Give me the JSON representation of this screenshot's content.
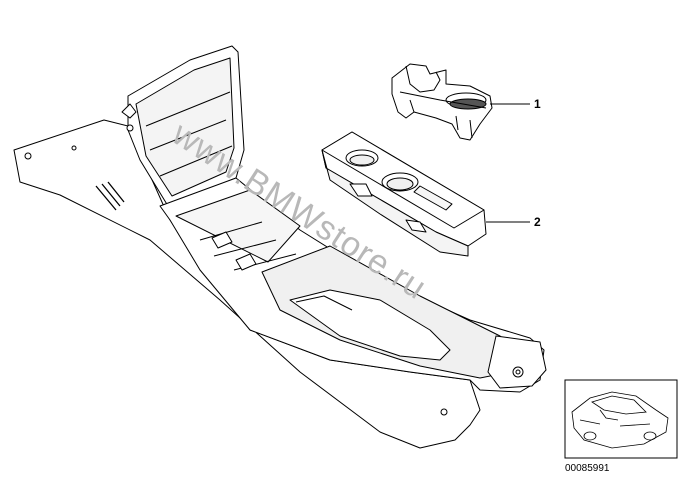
{
  "diagram": {
    "watermark": "www.BMWstore.ru",
    "callouts": [
      {
        "label": "1"
      },
      {
        "label": "2"
      }
    ],
    "diagram_id": "00085991"
  }
}
